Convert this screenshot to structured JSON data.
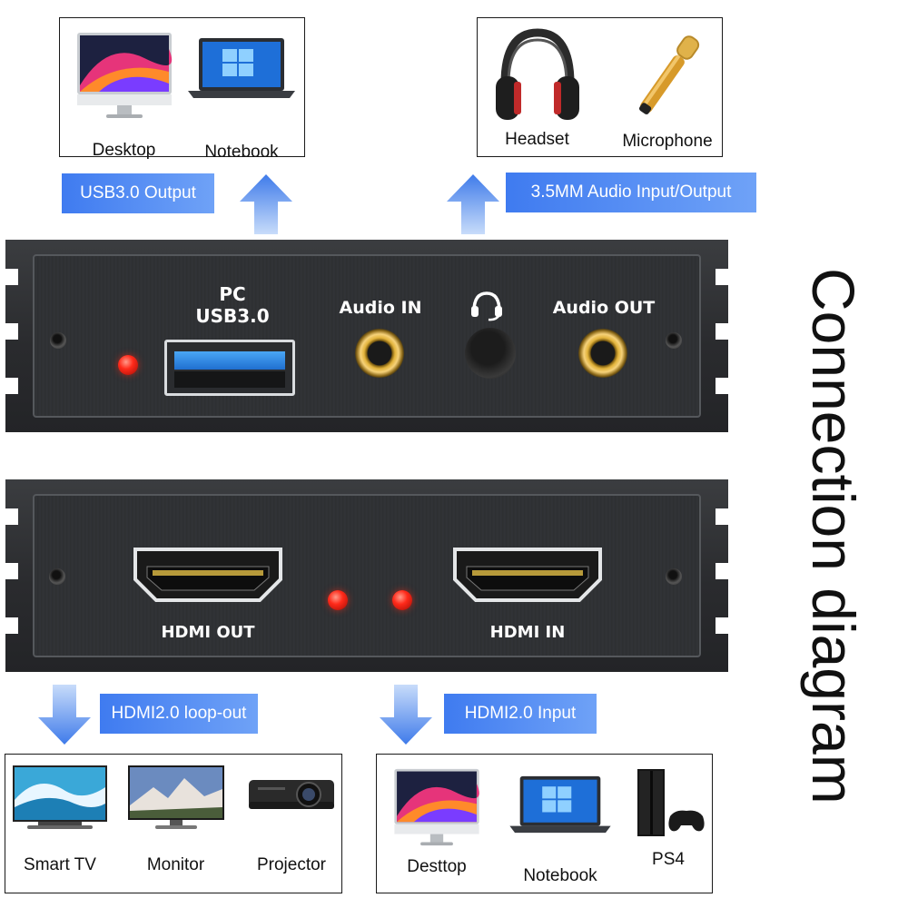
{
  "title": "Connection diagram",
  "top_left_box": {
    "devices": [
      {
        "label": "Desktop",
        "icon": "desktop-icon"
      },
      {
        "label": "Notebook",
        "icon": "notebook-icon"
      }
    ]
  },
  "top_right_box": {
    "devices": [
      {
        "label": "Headset",
        "icon": "headset-icon"
      },
      {
        "label": "Microphone",
        "icon": "microphone-icon"
      }
    ]
  },
  "bottom_left_box": {
    "devices": [
      {
        "label": "Smart TV",
        "icon": "tv-icon"
      },
      {
        "label": "Monitor",
        "icon": "monitor-icon"
      },
      {
        "label": "Projector",
        "icon": "projector-icon"
      }
    ]
  },
  "bottom_right_box": {
    "devices": [
      {
        "label": "Desttop",
        "icon": "desktop-icon"
      },
      {
        "label": "Notebook",
        "icon": "notebook-icon"
      },
      {
        "label": "PS4",
        "icon": "ps4-icon"
      }
    ]
  },
  "tags": {
    "usb_output": "USB3.0 Output",
    "audio_io": "3.5MM Audio Input/Output",
    "hdmi_loop": "HDMI2.0 loop-out",
    "hdmi_input": "HDMI2.0 Input"
  },
  "top_panel": {
    "pc_label": "PC",
    "usb_label": "USB3.0",
    "audio_in": "Audio IN",
    "audio_out": "Audio OUT"
  },
  "bottom_panel": {
    "hdmi_out": "HDMI OUT",
    "hdmi_in": "HDMI IN"
  },
  "colors": {
    "tag_blue": "#3f7bf0",
    "arrow_blue": "#4a86ee",
    "panel": "#2c2e31",
    "led": "#ff2a1a",
    "jack_gold": "#e2b33b"
  }
}
